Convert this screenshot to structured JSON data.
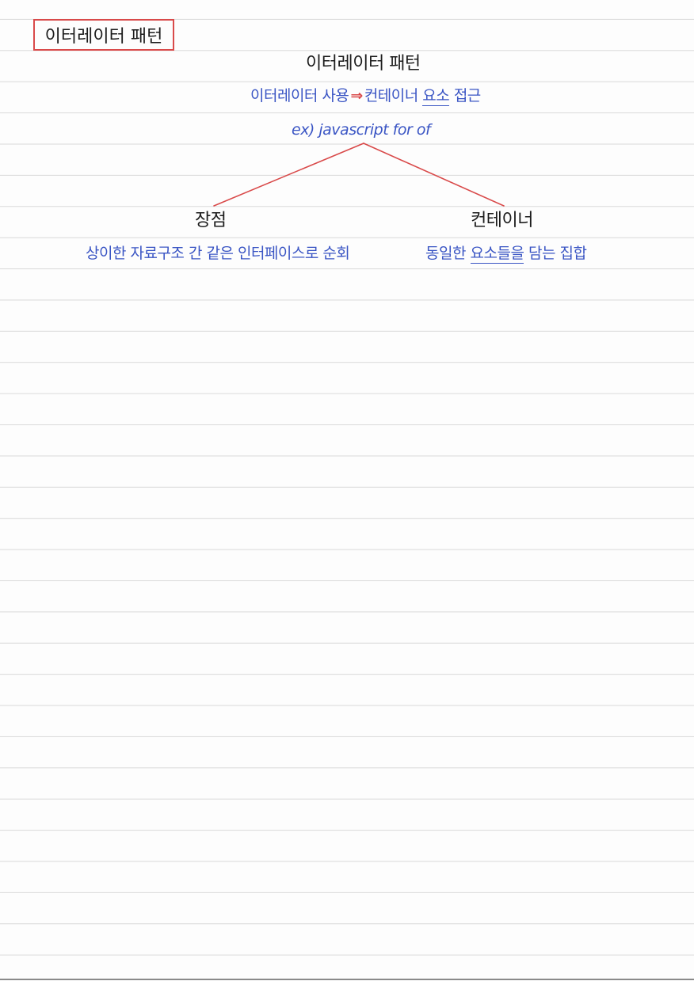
{
  "note": {
    "title_box": "이터레이터 패턴",
    "heading": "이터레이터 패턴",
    "line1": {
      "left": "이터레이터 사용",
      "arrow": "⇒",
      "right_a": "컨테이너",
      "right_b": "요소",
      "right_c": "접근"
    },
    "example": "ex) javascript  for of",
    "branches": {
      "left": {
        "label": "장점",
        "description": "상이한 자료구조 간 같은 인터페이스로 순회"
      },
      "right": {
        "label": "컨테이너",
        "description_a": "동일한",
        "description_b": "요소들을",
        "description_c": "담는 집합"
      }
    }
  },
  "colors": {
    "ink_black": "#1c1c1c",
    "ink_blue": "#3a55c4",
    "ink_red": "#d94a4a",
    "rule_line": "#d9d9d9"
  }
}
